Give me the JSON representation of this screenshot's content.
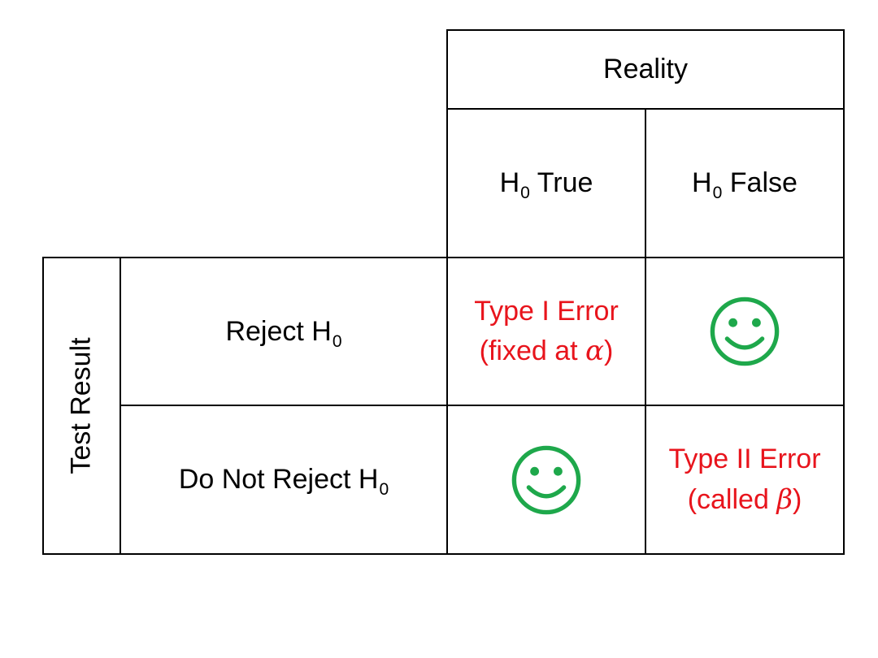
{
  "header": {
    "reality": "Reality",
    "h0_true": {
      "main": "H",
      "sub": "0",
      "rest": " True"
    },
    "h0_false": {
      "main": "H",
      "sub": "0",
      "rest": " False"
    }
  },
  "side": {
    "test_result": "Test Result"
  },
  "rows": {
    "reject": {
      "main": "Reject H",
      "sub": "0"
    },
    "do_not_reject": {
      "main": "Do Not Reject H",
      "sub": "0"
    }
  },
  "cells": {
    "type1_line1": "Type I Error",
    "type1_line2_prefix": "(fixed at ",
    "type1_symbol": "α",
    "type1_line2_suffix": ")",
    "type2_line1": "Type II Error",
    "type2_line2_prefix": "(called ",
    "type2_symbol": "β",
    "type2_line2_suffix": ")"
  },
  "colors": {
    "error_text": "#e8141c",
    "smiley": "#1ea84b",
    "grid": "#000000"
  },
  "icons": [
    "smiley-face-icon",
    "smiley-face-icon"
  ]
}
